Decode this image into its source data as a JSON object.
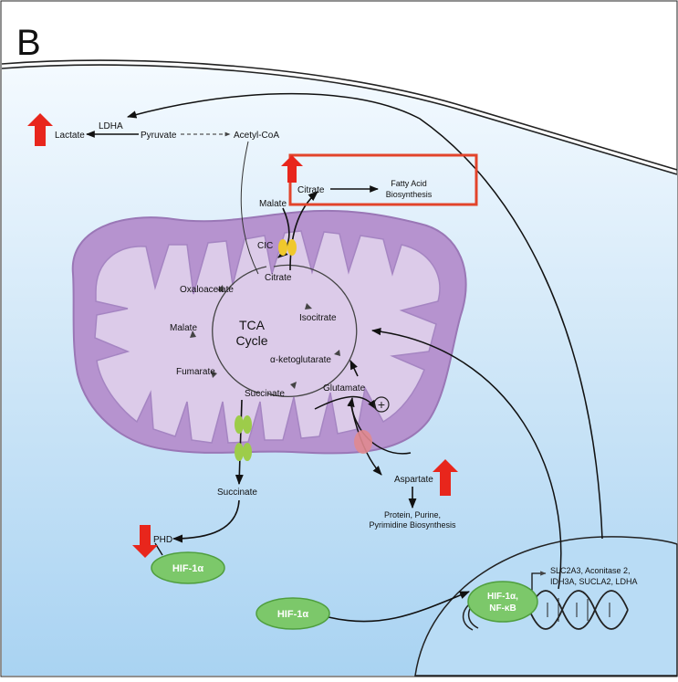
{
  "panel_letter": "B",
  "labels": {
    "lactate": "Lactate",
    "ldha": "LDHA",
    "pyruvate": "Pyruvate",
    "acetyl_coa": "Acetyl-CoA",
    "citrate_cyto": "Citrate",
    "fatty_acid_line1": "Fatty Acid",
    "fatty_acid_line2": "Biosynthesis",
    "malate_cyto": "Malate",
    "cic": "CIC",
    "citrate_mito": "Citrate",
    "oxaloacetate": "Oxaloacetate",
    "isocitrate": "Isocitrate",
    "tca_line1": "TCA",
    "tca_line2": "Cycle",
    "malate_mito": "Malate",
    "alpha_kg": "α-ketoglutarate",
    "fumarate": "Fumarate",
    "succinate_mito": "Succinate",
    "glutamate": "Glutamate",
    "plus_sign": "+",
    "succinate_cyto": "Succinate",
    "aspartate": "Aspartate",
    "biosynth_line1": "Protein, Purine,",
    "biosynth_line2": "Pyrimidine Biosynthesis",
    "phd": "PHD",
    "hif1a_cyto": "HIF-1α",
    "hif1a_lower": "HIF-1α",
    "hif_nfkb_line1": "HIF-1α,",
    "hif_nfkb_line2": "NF-κB",
    "genes_line1": "SLC2A3, Aconitase 2,",
    "genes_line2": "IDH3A, SUCLA2, LDHA"
  },
  "colors": {
    "cytoplasm_top": "#f4faff",
    "cytoplasm_bottom": "#a9d3f2",
    "mito_outer": "#b693cf",
    "mito_inner": "#dccbe9",
    "mito_stroke": "#9a77b6",
    "hif_ellipse": "#7cc86a",
    "hif_stroke": "#4f9e3e",
    "up_down_arrow": "#e8261c",
    "highlight_box": "#e2442b",
    "cic_transporter": "#f0c82c",
    "succinate_transporter": "#9dcc4a",
    "aspartate_transporter": "#e0898f"
  },
  "icons": {
    "up_arrow": "red-up-arrow-icon",
    "down_arrow": "red-down-arrow-icon",
    "dna": "dna-helix-icon"
  }
}
